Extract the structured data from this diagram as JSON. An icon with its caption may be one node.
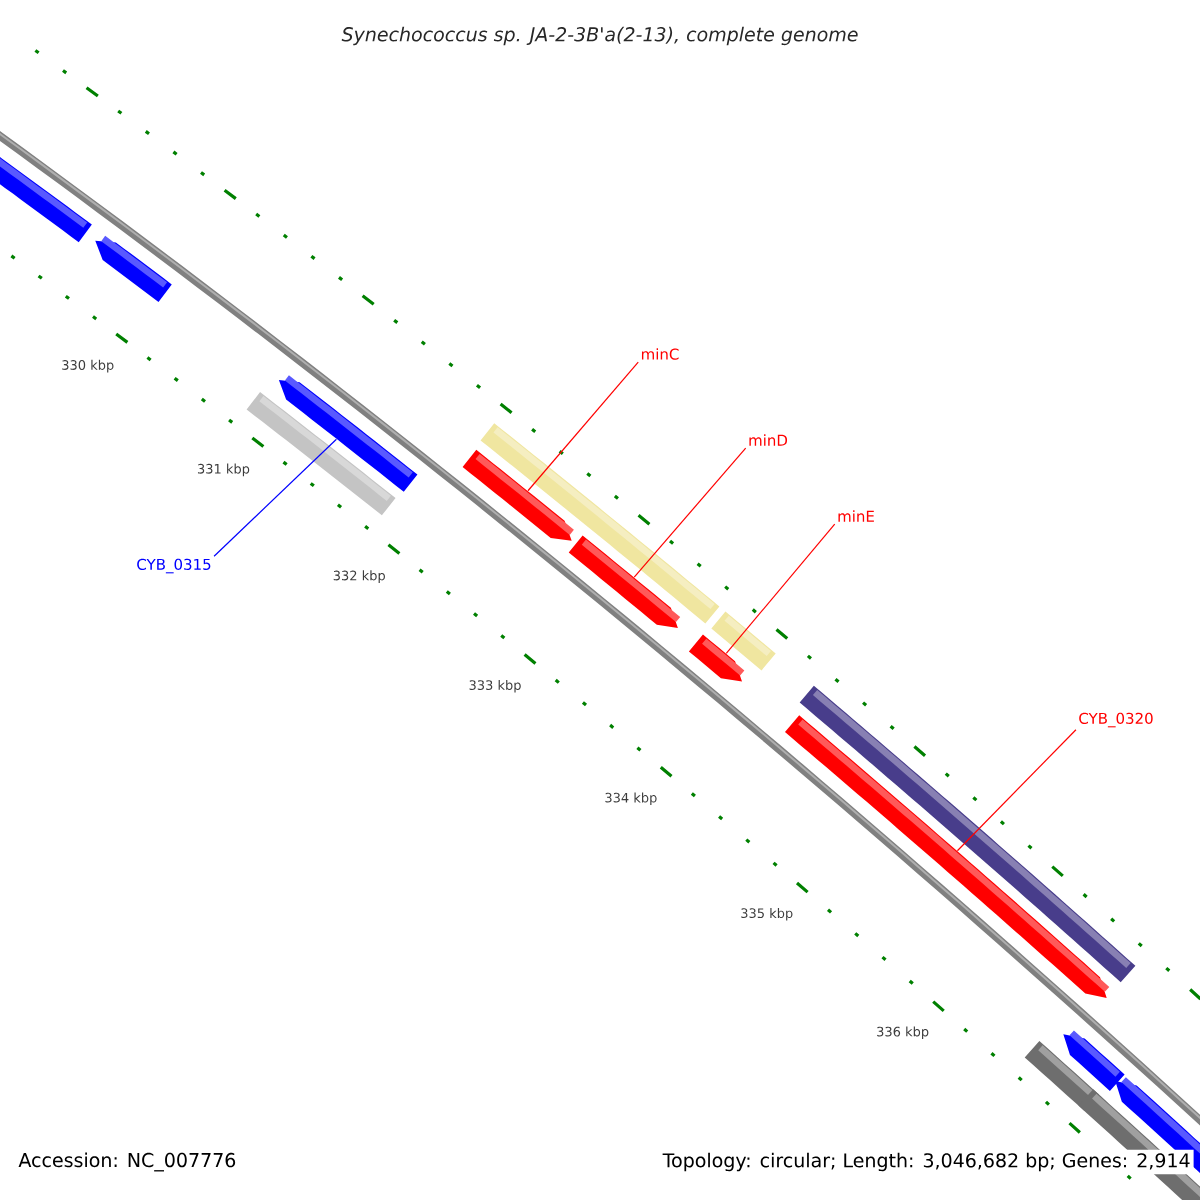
{
  "diagram": {
    "title": "Synechococcus sp. JA-2-3B'a(2-13), complete genome",
    "nodes": [
      {
        "text": [
          "minC"
        ]
      },
      {
        "text": [
          "minD"
        ]
      },
      {
        "text": [
          "minE"
        ]
      },
      {
        "text": [
          "CYB_0320"
        ]
      },
      {
        "text": [
          "CYB_0315"
        ]
      },
      {
        "text": [],
        "shape": "bar"
      },
      {
        "text": [],
        "shape": "bar"
      },
      {
        "text": [],
        "shape": "bar"
      },
      {
        "text": [],
        "shape": "bar"
      },
      {
        "text": [],
        "shape": "bar"
      }
    ],
    "edges": [
      {
        "from": 0,
        "to": 6,
        "arrow": "none"
      },
      {
        "from": 1,
        "to": 7,
        "arrow": "none"
      },
      {
        "from": 2,
        "to": 8,
        "arrow": "none"
      },
      {
        "from": 3,
        "to": 9,
        "arrow": "none"
      },
      {
        "from": 4,
        "to": 5,
        "arrow": "none",
        "color": "#0000ff"
      }
    ],
    "labels": [
      "330 kbp",
      "331 kbp",
      "332 kbp",
      "333 kbp",
      "334 kbp",
      "335 kbp",
      "336 kbp",
      "Accession: NC_007776",
      "Topology: circular; Length: 3,046,682 bp; Genes: 2,914"
    ]
  }
}
